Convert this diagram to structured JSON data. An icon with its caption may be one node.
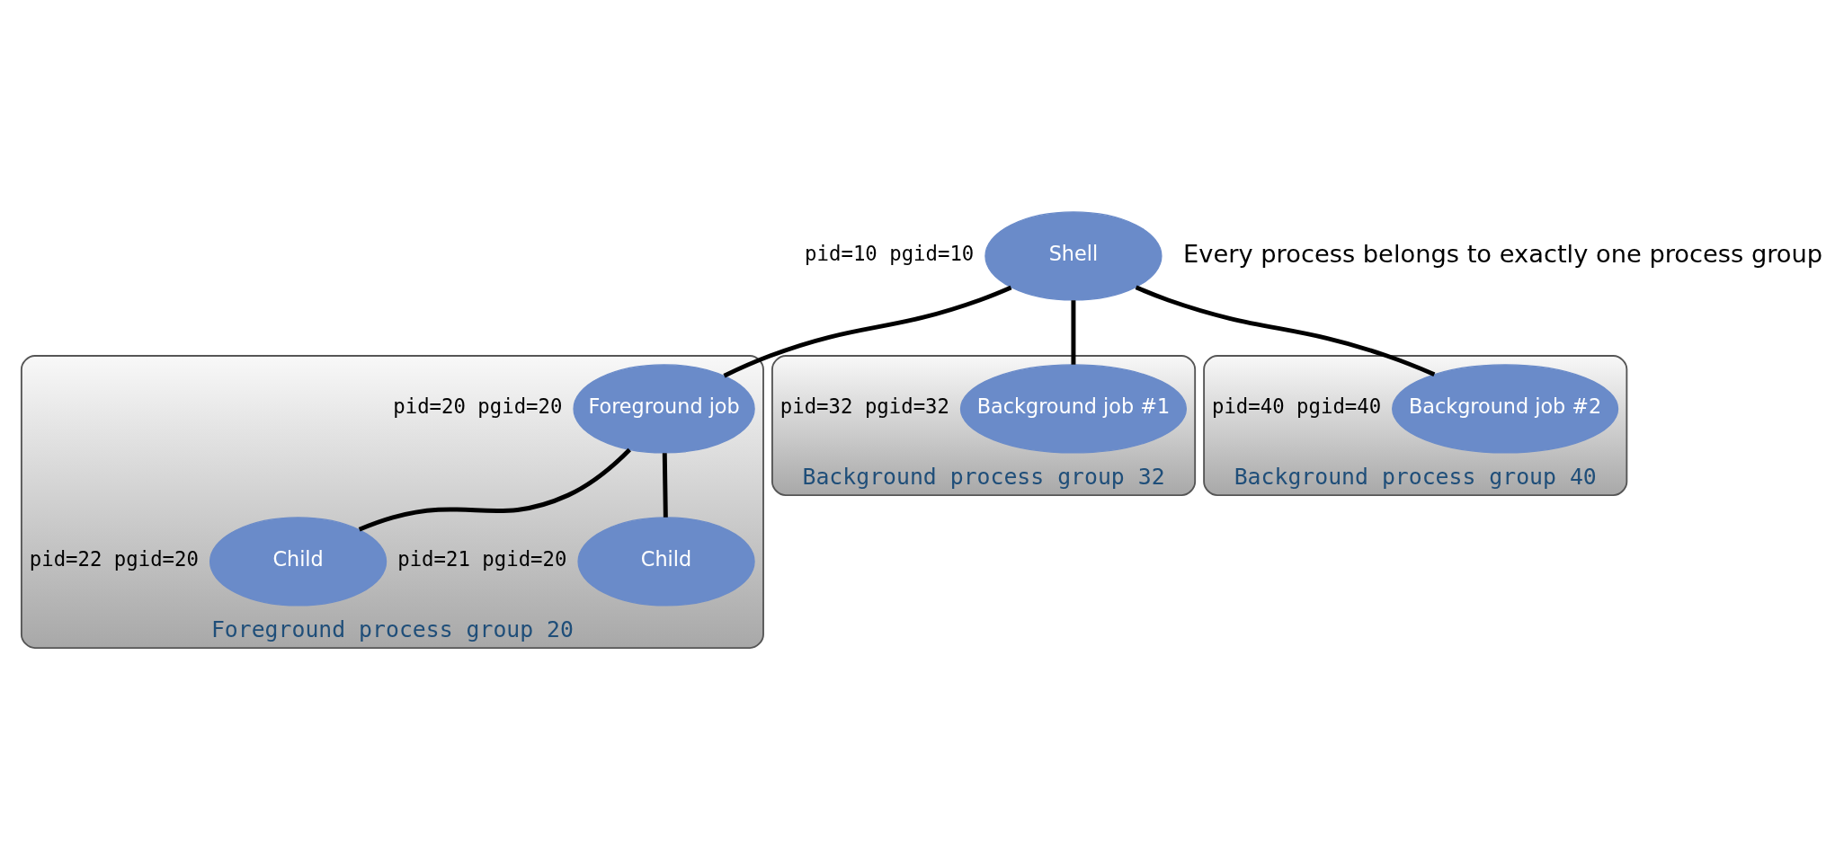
{
  "diagram": {
    "nodes": [
      {
        "text": [
          "Shell"
        ],
        "beside": [
          "pid=10 pgid=10"
        ]
      },
      {
        "text": [
          "Foreground process group 20"
        ]
      },
      {
        "text": [
          "Foreground job"
        ],
        "in": 1,
        "beside": [
          "pid=20 pgid=20"
        ]
      },
      {
        "text": [
          "Child"
        ],
        "in": 1,
        "beside": [
          "pid=21 pgid=20"
        ]
      },
      {
        "text": [
          "Child"
        ],
        "in": 1,
        "beside": [
          "pid=22 pgid=20"
        ]
      },
      {
        "text": [
          "Background process group 32"
        ]
      },
      {
        "text": [
          "Background job #1"
        ],
        "in": 5,
        "beside": [
          "pid=32 pgid=32"
        ]
      },
      {
        "text": [
          "Background process group 40"
        ]
      },
      {
        "text": [
          "Background job #2"
        ],
        "in": 7,
        "beside": [
          "pid=40 pgid=40"
        ]
      }
    ],
    "edges": [
      {
        "from": 0,
        "to": 2,
        "arrow": "none"
      },
      {
        "from": 0,
        "to": 6,
        "arrow": "none"
      },
      {
        "from": 0,
        "to": 8,
        "arrow": "none"
      },
      {
        "from": 2,
        "to": 3,
        "arrow": "none"
      },
      {
        "from": 2,
        "to": 4,
        "arrow": "none"
      }
    ],
    "labels": [
      "Every process belongs to exactly one process group"
    ]
  }
}
